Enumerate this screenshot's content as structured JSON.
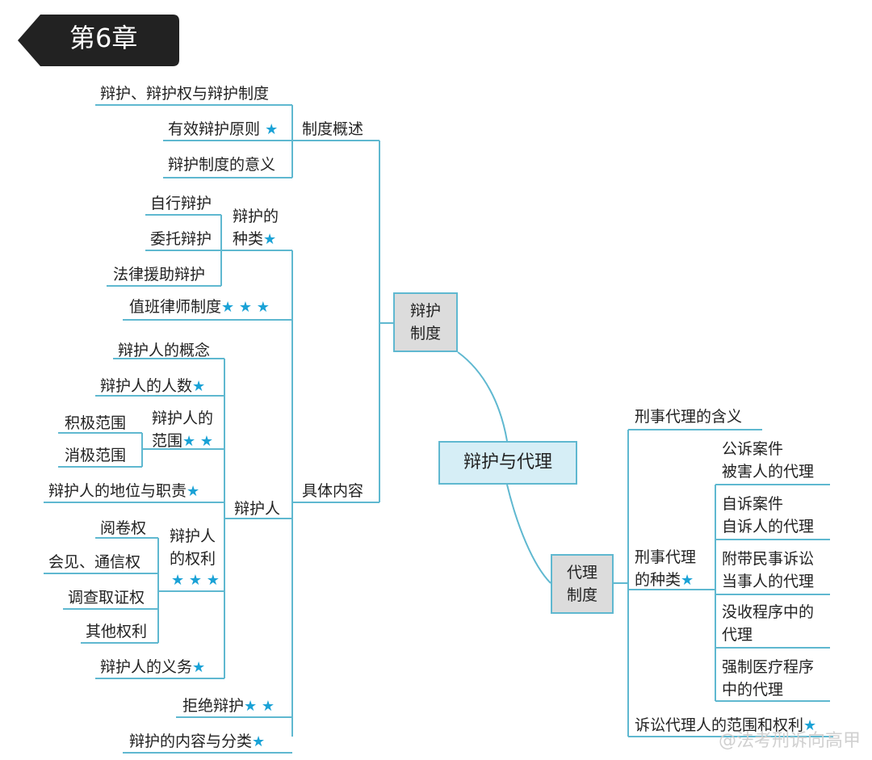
{
  "badge": {
    "chapter": "第6章"
  },
  "root": "辩护与代理",
  "defense": {
    "node": "辩护\n制度",
    "overview": {
      "label": "制度概述",
      "items": [
        "辩护、辩护权与辩护制度",
        "有效辩护原则",
        "辩护制度的意义"
      ]
    },
    "content": {
      "label": "具体内容",
      "types": {
        "label": "辩护的\n种类",
        "items": [
          "自行辩护",
          "委托辩护",
          "法律援助辩护"
        ]
      },
      "duty_lawyer": "值班律师制度",
      "defender": {
        "label": "辩护人",
        "concept": "辩护人的概念",
        "count": "辩护人的人数",
        "scope": {
          "label": "辩护人的\n范围",
          "items": [
            "积极范围",
            "消极范围"
          ]
        },
        "status": "辩护人的地位与职责",
        "rights": {
          "label": "辩护人\n的权利",
          "items": [
            "阅卷权",
            "会见、通信权",
            "调查取证权",
            "其他权利"
          ]
        },
        "obligations": "辩护人的义务"
      },
      "refusal": "拒绝辩护",
      "content_types": "辩护的内容与分类"
    }
  },
  "agency": {
    "node": "代理\n制度",
    "meaning": "刑事代理的含义",
    "types": {
      "label": "刑事代理\n的种类",
      "items": [
        "公诉案件\n被害人的代理",
        "自诉案件\n自诉人的代理",
        "附带民事诉讼\n当事人的代理",
        "没收程序中的\n代理",
        "强制医疗程序\n中的代理"
      ]
    },
    "scope_rights": "诉讼代理人的范围和权利"
  },
  "stars": {
    "one": "★",
    "two": "★ ★",
    "three": "★ ★ ★"
  },
  "watermark": "@法考刑诉向高甲",
  "colors": {
    "line": "#5fb8d0",
    "star": "#1aa2d6",
    "node_gray": "#dcdcdc",
    "root_fill": "#d6eef6",
    "badge": "#222222"
  }
}
